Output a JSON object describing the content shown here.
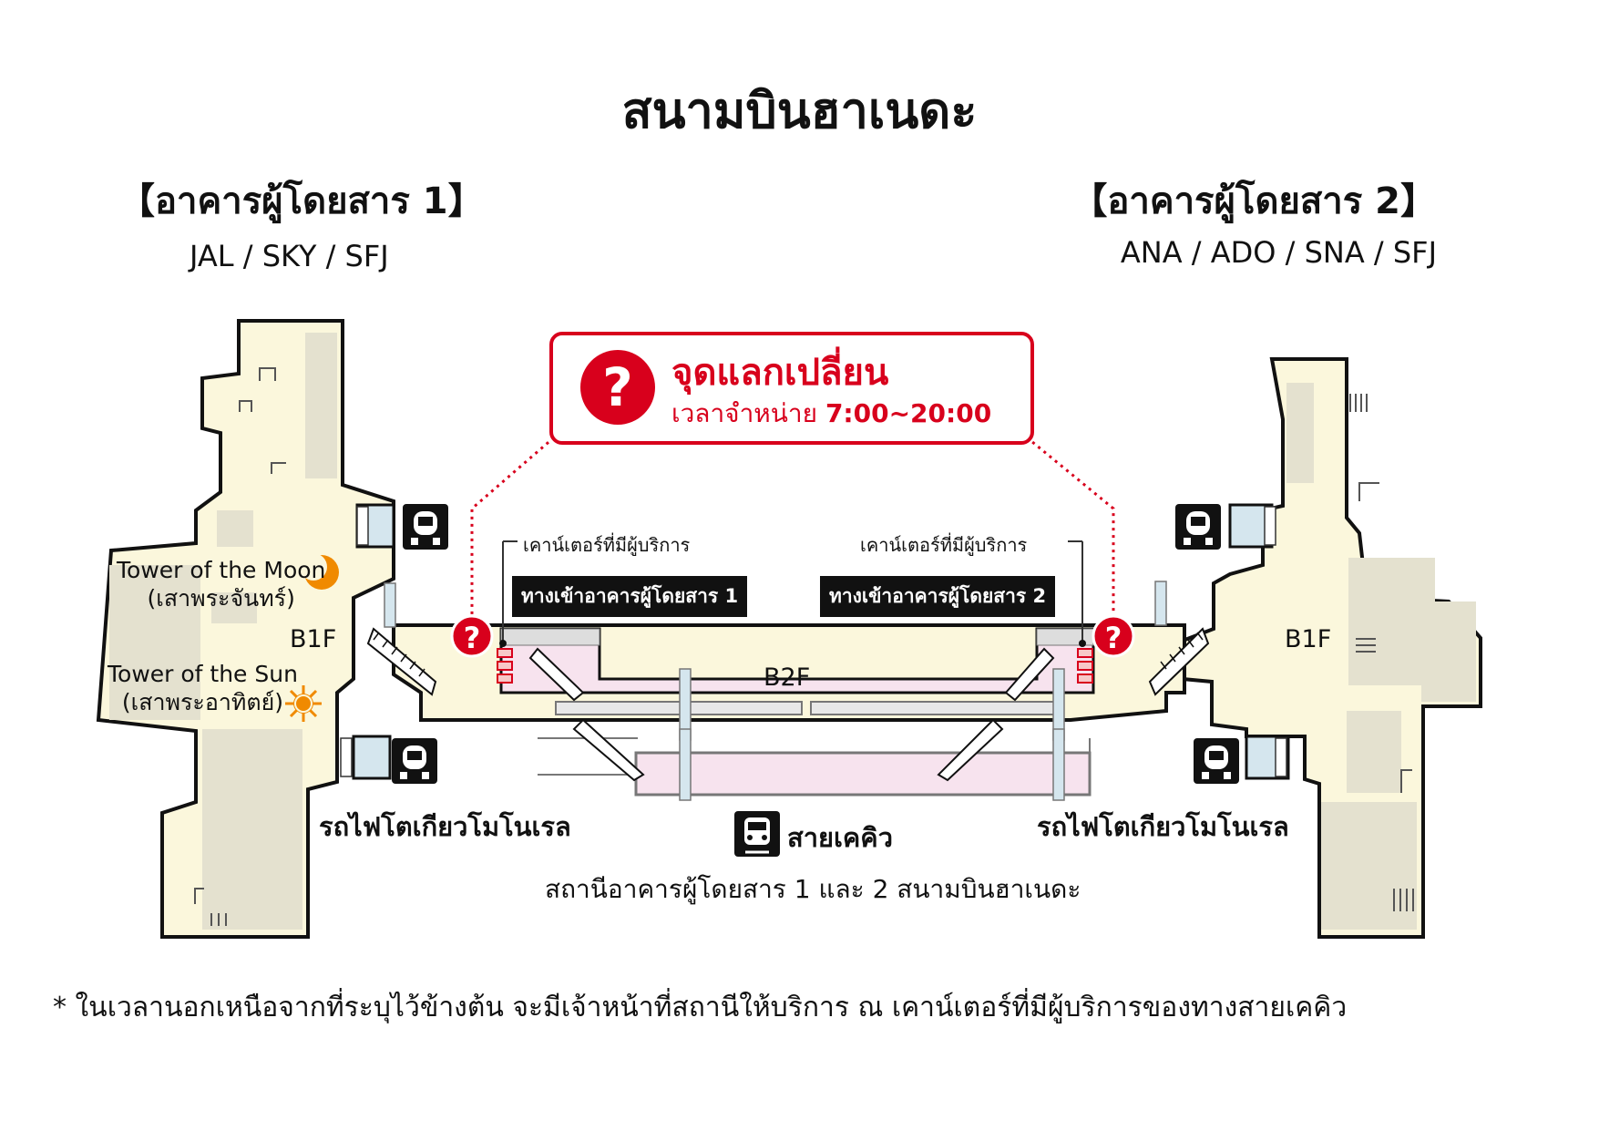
{
  "title": "สนามบินฮาเนดะ",
  "terminal1": {
    "name": "【อาคารผู้โดยสาร 1】",
    "airlines": "JAL / SKY / SFJ"
  },
  "terminal2": {
    "name": "【อาคารผู้โดยสาร 2】",
    "airlines": "ANA / ADO / SNA / SFJ"
  },
  "exchange": {
    "icon": "?",
    "title": "จุดแลกเปลี่ยน",
    "hours_label": "เวลาจำหน่าย",
    "hours": "7:00~20:00"
  },
  "towers": {
    "moon_en": "Tower of the Moon",
    "moon_th": "(เสาพระจันทร์)",
    "sun_en": "Tower of the Sun",
    "sun_th": "(เสาพระอาทิตย์)"
  },
  "floors": {
    "t1": "B1F",
    "t2": "B1F",
    "station": "B2F"
  },
  "counters": {
    "left_label": "เคาน์เตอร์ที่มีผู้บริการ",
    "right_label": "เคาน์เตอร์ที่มีผู้บริการ",
    "left_entry": "ทางเข้าอาคารผู้โดยสาร 1",
    "right_entry": "ทางเข้าอาคารผู้โดยสาร 2"
  },
  "monorail": {
    "left": "รถไฟโตเกียวโมโนเรล",
    "right": "รถไฟโตเกียวโมโนเรล"
  },
  "keikyu": {
    "line": "สายเคคิว",
    "station": "สถานีอาคารผู้โดยสาร 1 และ 2 สนามบินฮาเนดะ"
  },
  "note": "* ในเวลานอกเหนือจากที่ระบุไว้ข้างต้น จะมีเจ้าหน้าที่สถานีให้บริการ ณ เคาน์เตอร์ที่มีผู้บริการของทางสายเคคิว",
  "colors": {
    "floor_fill": "#fbf7dc",
    "building_gray": "#e4e1cf",
    "station_pink": "#f7e3ee",
    "accent_red": "#d8001c",
    "glass_blue": "#d5e6ee"
  },
  "icons": [
    "question-icon",
    "train-icon",
    "moon-icon",
    "sun-icon",
    "escalator-icon"
  ]
}
